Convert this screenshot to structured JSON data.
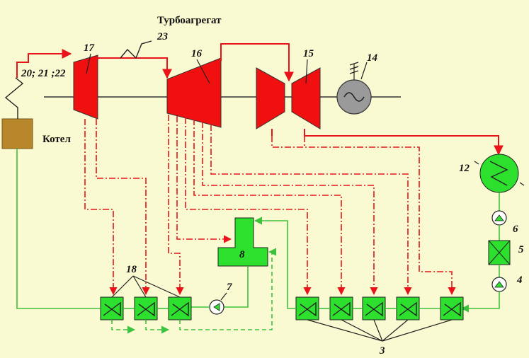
{
  "title": "Турбоагрегат",
  "boiler_label": "Котел",
  "labels": {
    "superheater": "20; 21 ;22",
    "hp_turbine": "17",
    "reheat": "23",
    "ip_turbine": "16",
    "lp_turbine": "15",
    "generator": "14",
    "condenser": "12",
    "pump_condensate": "6",
    "filter": "5",
    "pump_booster": "4",
    "deaerator": "8",
    "feed_pump": "7",
    "hp_heaters": "18",
    "lp_heaters": "3"
  },
  "colors": {
    "background": "#fafad2",
    "steam": "#e8141a",
    "water": "#3cc23c",
    "equipment_red": "#f01010",
    "equipment_green": "#2ee02e",
    "boiler": "#b8862b",
    "generator": "#9a9a9a"
  }
}
